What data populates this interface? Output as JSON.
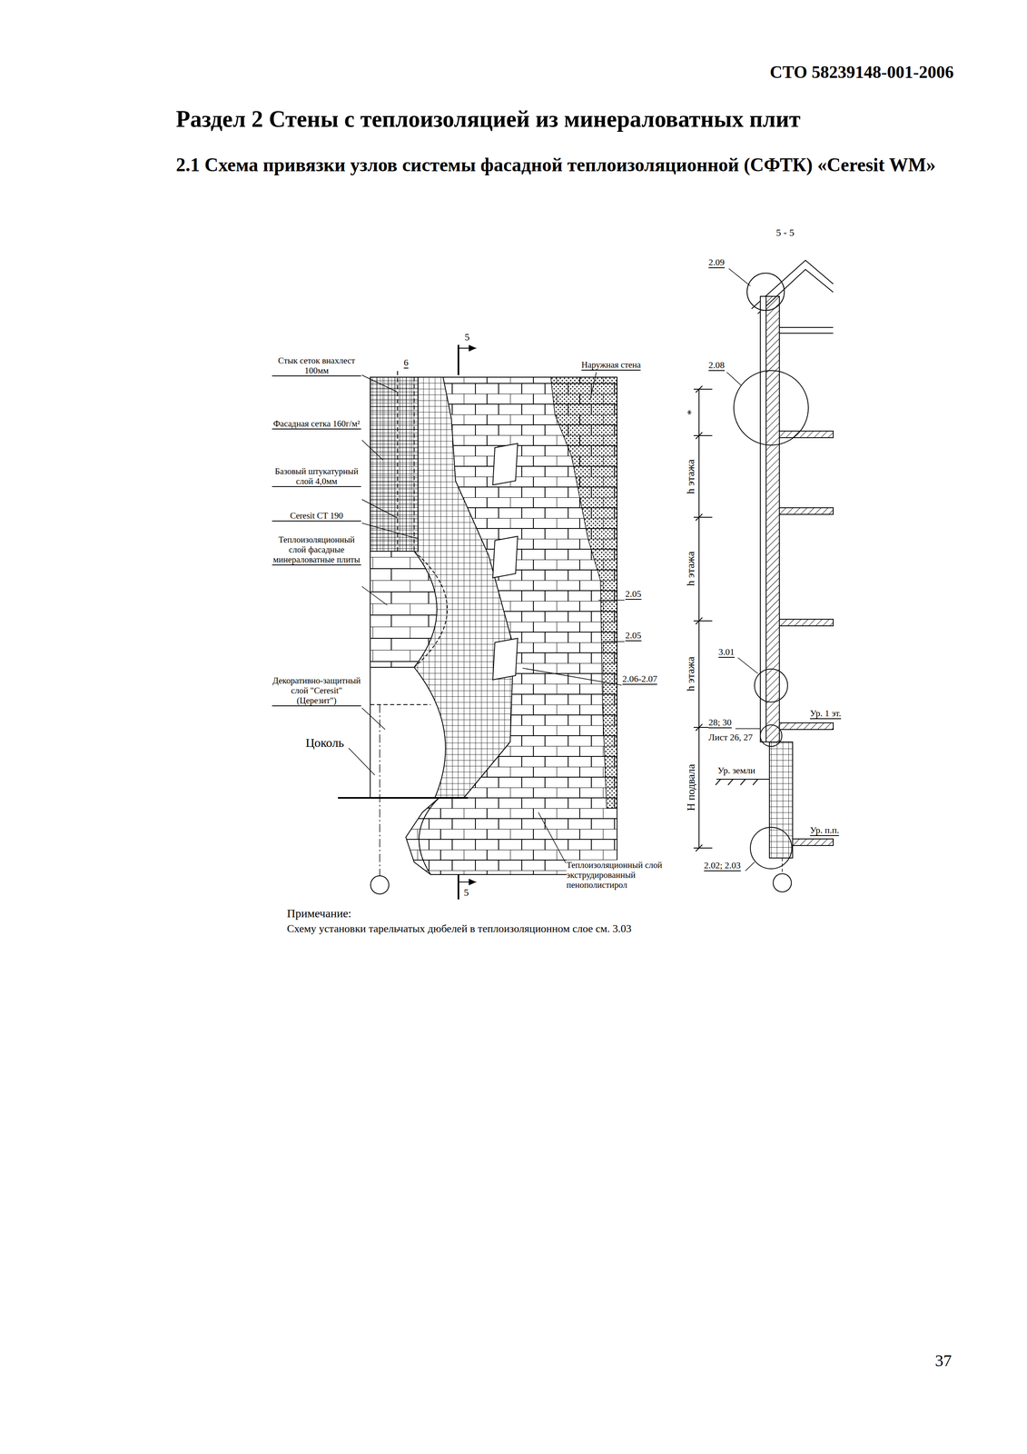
{
  "diagram": {
    "title": "Раздел 2 Стены с теплоизоляцией из минераловатных плит",
    "caption": "2.1 Схема привязки узлов системы фасадной теплоизоляционной (СФТК) «Ceresit WM»",
    "labels": [
      "СТО 58239148-001-2006",
      "5 - 5",
      "2.09",
      "5",
      "Стык сеток внахлест 100мм",
      "6",
      "Наружная стена",
      "2.08",
      "*",
      "Фасадная сетка 160г/м²",
      "h этажа",
      "Базовый штукатурный слой 4,0мм",
      "Ceresit CT 190",
      "h этажа",
      "Теплоизоляционный слой фасадные минераловатные плиты",
      "2.05",
      "2.05",
      "3.01",
      "Декоративно-защитный слой \"Ceresit\" (Церезит\")",
      "2.06-2.07",
      "h этажа",
      "28; 30",
      "Лист 26, 27",
      "Ур. 1 эт.",
      "Цоколь",
      "Ур. земли",
      "H подвала",
      "Ур. п.п.",
      "Теплоизоляционный слой экструдированный пенополистирол",
      "2.02; 2.03",
      "5",
      "Примечание:",
      "Схему установки тарельчатых дюбелей в теплоизоляционном слое см. 3.03",
      "37"
    ]
  }
}
